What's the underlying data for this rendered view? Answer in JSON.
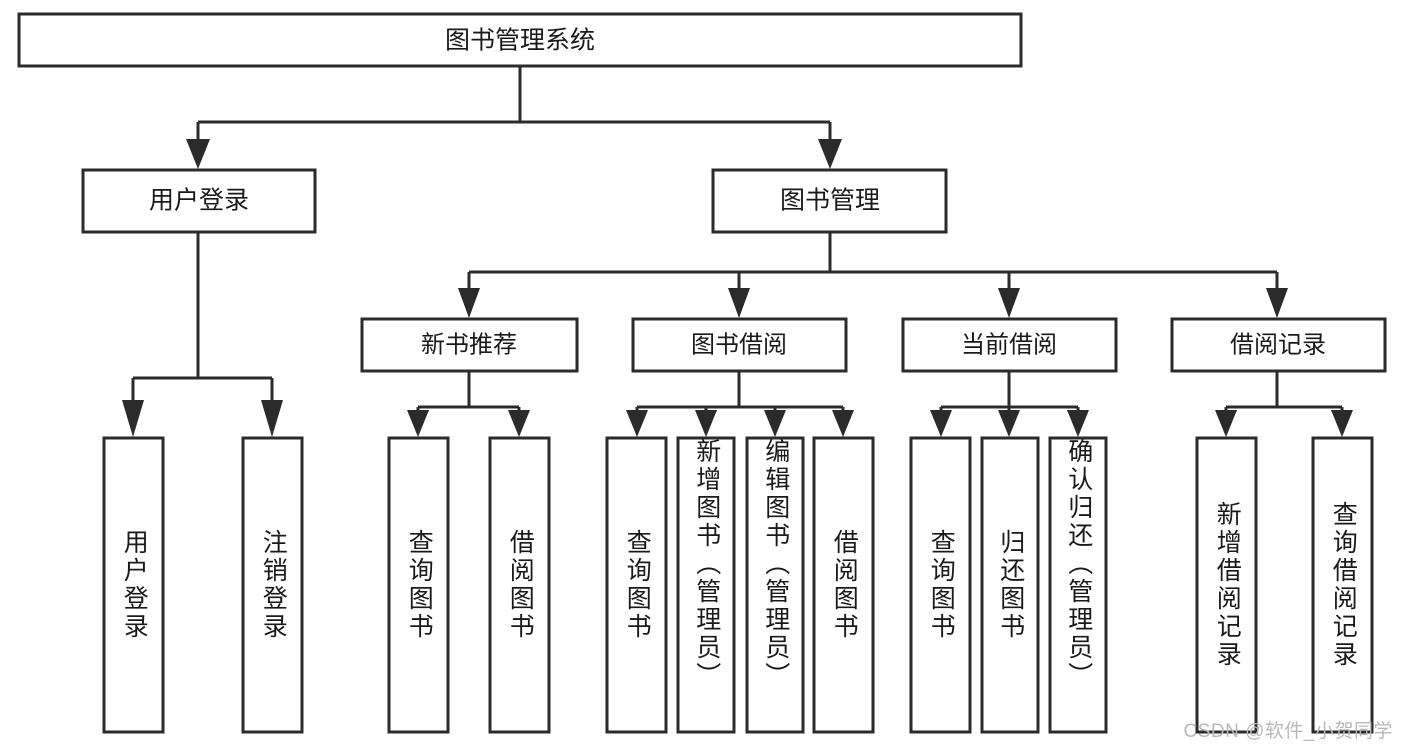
{
  "diagram": {
    "type": "tree-hierarchy",
    "title": "图书管理系统",
    "orientation": "top-down",
    "colors": {
      "box_stroke": "#2b2b2b",
      "box_fill": "#ffffff",
      "text": "#1a1a1a",
      "background": "#ffffff",
      "watermark": "#b9b9b9"
    },
    "root": {
      "label": "图书管理系统"
    },
    "level2": [
      {
        "label": "用户登录"
      },
      {
        "label": "图书管理"
      }
    ],
    "level3": [
      {
        "label": "新书推荐"
      },
      {
        "label": "图书借阅"
      },
      {
        "label": "当前借阅"
      },
      {
        "label": "借阅记录"
      }
    ],
    "leaves": {
      "user_login": [
        {
          "label": "用户登录"
        },
        {
          "label": "注销登录"
        }
      ],
      "new_book_recommend": [
        {
          "label": "查询图书"
        },
        {
          "label": "借阅图书"
        }
      ],
      "book_borrow": [
        {
          "label": "查询图书"
        },
        {
          "label": "新增图书（管理员）"
        },
        {
          "label": "编辑图书（管理员）"
        },
        {
          "label": "借阅图书"
        }
      ],
      "current_borrow": [
        {
          "label": "查询图书"
        },
        {
          "label": "归还图书"
        },
        {
          "label": "确认归还（管理员）"
        }
      ],
      "borrow_record": [
        {
          "label": "新增借阅记录"
        },
        {
          "label": "查询借阅记录"
        }
      ]
    }
  },
  "watermark": {
    "text": "CSDN @软件_小贺同学"
  }
}
